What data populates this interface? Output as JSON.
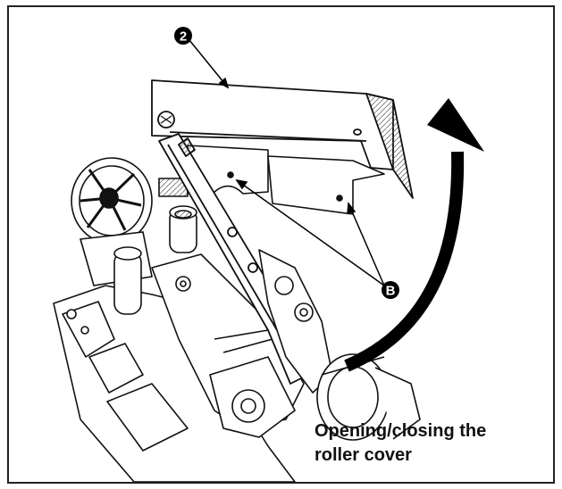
{
  "diagram": {
    "callouts": {
      "part_number": "2",
      "part_letter": "B"
    },
    "caption": {
      "line1": "Opening/closing the",
      "line2": "roller cover"
    }
  }
}
